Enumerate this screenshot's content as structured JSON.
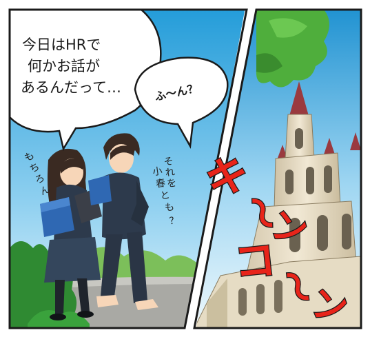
{
  "panels": {
    "left": {
      "bubble_main": {
        "lines": [
          "今日はHRで",
          "何かお話が",
          "あるんだって…"
        ]
      },
      "bubble_small": {
        "text": "ふ〜ん？"
      },
      "handwritten_girl": {
        "lines": [
          "も",
          "ち",
          "ろ",
          "ん"
        ]
      },
      "handwritten_boy": {
        "lines": [
          "そ",
          "れ",
          "を",
          "小",
          "春",
          "と",
          "も",
          "？"
        ]
      }
    },
    "right": {
      "sound_effect": {
        "chars": [
          "キ",
          "〜",
          "ン",
          "コ",
          "〜",
          "ン"
        ]
      }
    }
  },
  "colors": {
    "sky_top": "#1f9ad8",
    "sky_bottom": "#d9f0fb",
    "uniform": "#2d3a4c",
    "bag": "#2f68b3",
    "grass": "#3a9a3a",
    "leaves": "#4fae3c",
    "roof": "#9a3a3f",
    "tower_wall": "#e8ddc6",
    "sfx": "#e8241a"
  }
}
